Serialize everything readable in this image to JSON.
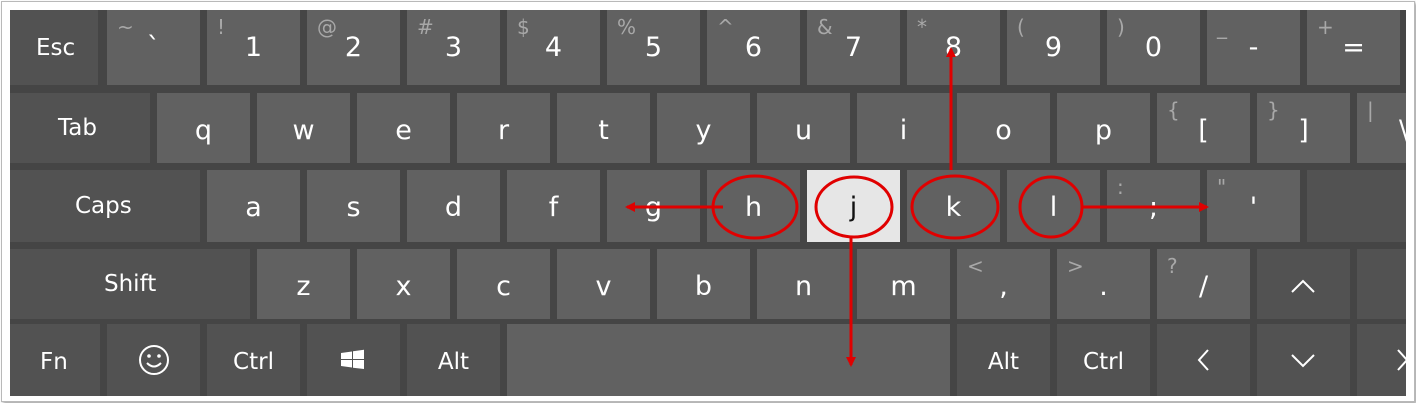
{
  "keyboard": {
    "row1": {
      "esc": "Esc",
      "backtick": {
        "shift": "~",
        "main": "`"
      },
      "k1": {
        "shift": "!",
        "main": "1"
      },
      "k2": {
        "shift": "@",
        "main": "2"
      },
      "k3": {
        "shift": "#",
        "main": "3"
      },
      "k4": {
        "shift": "$",
        "main": "4"
      },
      "k5": {
        "shift": "%",
        "main": "5"
      },
      "k6": {
        "shift": "^",
        "main": "6"
      },
      "k7": {
        "shift": "&",
        "main": "7"
      },
      "k8": {
        "shift": "*",
        "main": "8"
      },
      "k9": {
        "shift": "(",
        "main": "9"
      },
      "k0": {
        "shift": ")",
        "main": "0"
      },
      "minus": {
        "shift": "_",
        "main": "-"
      },
      "equals": {
        "shift": "+",
        "main": "="
      }
    },
    "row2": {
      "tab": "Tab",
      "letters": [
        "q",
        "w",
        "e",
        "r",
        "t",
        "y",
        "u",
        "i",
        "o",
        "p"
      ],
      "lbracket": {
        "shift": "{",
        "main": "["
      },
      "rbracket": {
        "shift": "}",
        "main": "]"
      },
      "backslash": {
        "shift": "|",
        "main": "\\"
      }
    },
    "row3": {
      "caps": "Caps",
      "letters": [
        "a",
        "s",
        "d",
        "f",
        "g",
        "h",
        "j",
        "k",
        "l"
      ],
      "semicolon": {
        "shift": ":",
        "main": ";"
      },
      "quote": {
        "shift": "\"",
        "main": "'"
      },
      "enter_fragment": ""
    },
    "row4": {
      "shift": "Shift",
      "letters": [
        "z",
        "x",
        "c",
        "v",
        "b",
        "n",
        "m"
      ],
      "comma": {
        "shift": "<",
        "main": ","
      },
      "period": {
        "shift": ">",
        "main": "."
      },
      "slash": {
        "shift": "?",
        "main": "/"
      },
      "up_icon": "up-arrow-icon"
    },
    "row5": {
      "fn": "Fn",
      "emoji_icon": "emoji-icon",
      "ctrl_left": "Ctrl",
      "windows_icon": "windows-icon",
      "alt_left": "Alt",
      "alt_right": "Alt",
      "ctrl_right": "Ctrl",
      "left_icon": "left-arrow-icon",
      "down_icon": "down-arrow-icon",
      "right_icon": "right-arrow-icon"
    },
    "highlighted_key": "j"
  },
  "annotation": {
    "color": "#e00000",
    "circled_keys": [
      "h",
      "k",
      "l"
    ],
    "arrows": [
      {
        "from": "h",
        "direction": "left"
      },
      {
        "from": "j",
        "direction": "down"
      },
      {
        "from": "k",
        "direction": "up"
      },
      {
        "from": "l",
        "direction": "right"
      }
    ]
  },
  "colors": {
    "key": "#616161",
    "key_dark": "#525252",
    "background": "#454545",
    "highlight": "#e6e6e6"
  }
}
